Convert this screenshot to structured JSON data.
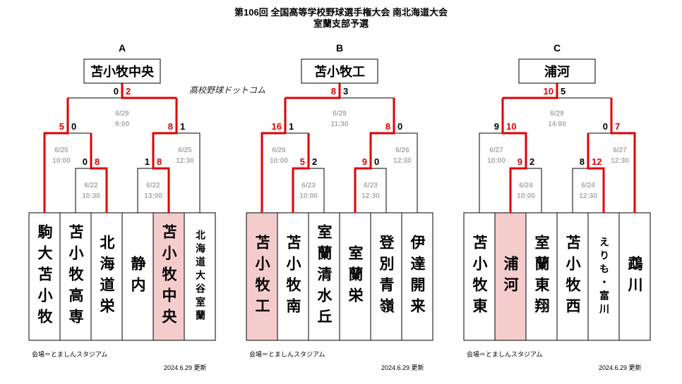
{
  "title_line1": "第106回 全国高等学校野球選手権大会 南北海道大会",
  "title_line2": "室蘭支部予選",
  "logo_text": "高校野球ドットコム",
  "colors": {
    "win": "#e00000",
    "lose": "#000000",
    "date": "#aaaaaa",
    "champion_bg": "#f4cccc"
  },
  "brackets": [
    {
      "block": "A",
      "champion": "苫小牧中央",
      "champion_index": 4,
      "teams": [
        "駒大苫小牧",
        "苫小牧高専",
        "北海道栄",
        "静内",
        "苫小牧中央",
        "北海道大谷室蘭"
      ],
      "scores": {
        "l1": [
          "0",
          "8"
        ],
        "semi_l": [
          "5",
          "0"
        ],
        "r1": [
          "1",
          "8"
        ],
        "semi_r": [
          "8",
          "1"
        ],
        "final": [
          "0",
          "2"
        ]
      },
      "dates": {
        "l1": [
          "6/22",
          "10:30"
        ],
        "semi_l": [
          "6/25",
          "10:00"
        ],
        "r1": [
          "6/22",
          "13:00"
        ],
        "semi_r": [
          "6/25",
          "12:30"
        ],
        "final": [
          "6/29",
          "9:00"
        ]
      },
      "venue": "会場＝とましんスタジアム",
      "updated": "2024.6.29 更新"
    },
    {
      "block": "B",
      "champion": "苫小牧工",
      "champion_index": 0,
      "teams": [
        "苫小牧工",
        "苫小牧南",
        "室蘭清水丘",
        "室蘭栄",
        "登別青嶺",
        "伊達開来"
      ],
      "scores": {
        "l1": [
          "5",
          "2"
        ],
        "semi_l": [
          "16",
          "1"
        ],
        "r1": [
          "9",
          "0"
        ],
        "semi_r": [
          "8",
          "0"
        ],
        "final": [
          "8",
          "3"
        ]
      },
      "dates": {
        "l1": [
          "6/23",
          "10:00"
        ],
        "semi_l": [
          "6/26",
          "10:00"
        ],
        "r1": [
          "6/23",
          "12:30"
        ],
        "semi_r": [
          "6/26",
          "12:30"
        ],
        "final": [
          "6/29",
          "11:30"
        ]
      },
      "venue": "会場＝とましんスタジアム",
      "updated": "2024.6.29 更新"
    },
    {
      "block": "C",
      "champion": "浦河",
      "champion_index": 1,
      "teams": [
        "苫小牧東",
        "浦河",
        "室蘭東翔",
        "苫小牧西",
        "えりも・富川",
        "鵡川"
      ],
      "scores": {
        "l1": [
          "9",
          "2"
        ],
        "semi_l": [
          "9",
          "10"
        ],
        "r1": [
          "8",
          "12"
        ],
        "semi_r": [
          "0",
          "7"
        ],
        "final": [
          "10",
          "5"
        ]
      },
      "dates": {
        "l1": [
          "6/24",
          "10:00"
        ],
        "semi_l": [
          "6/27",
          "10:00"
        ],
        "r1": [
          "6/24",
          "12:30"
        ],
        "semi_r": [
          "6/27",
          "12:30"
        ],
        "final": [
          "6/29",
          "14:00"
        ]
      },
      "venue": "会場＝とましんスタジアム",
      "updated": "2024.6.29 更新"
    }
  ]
}
